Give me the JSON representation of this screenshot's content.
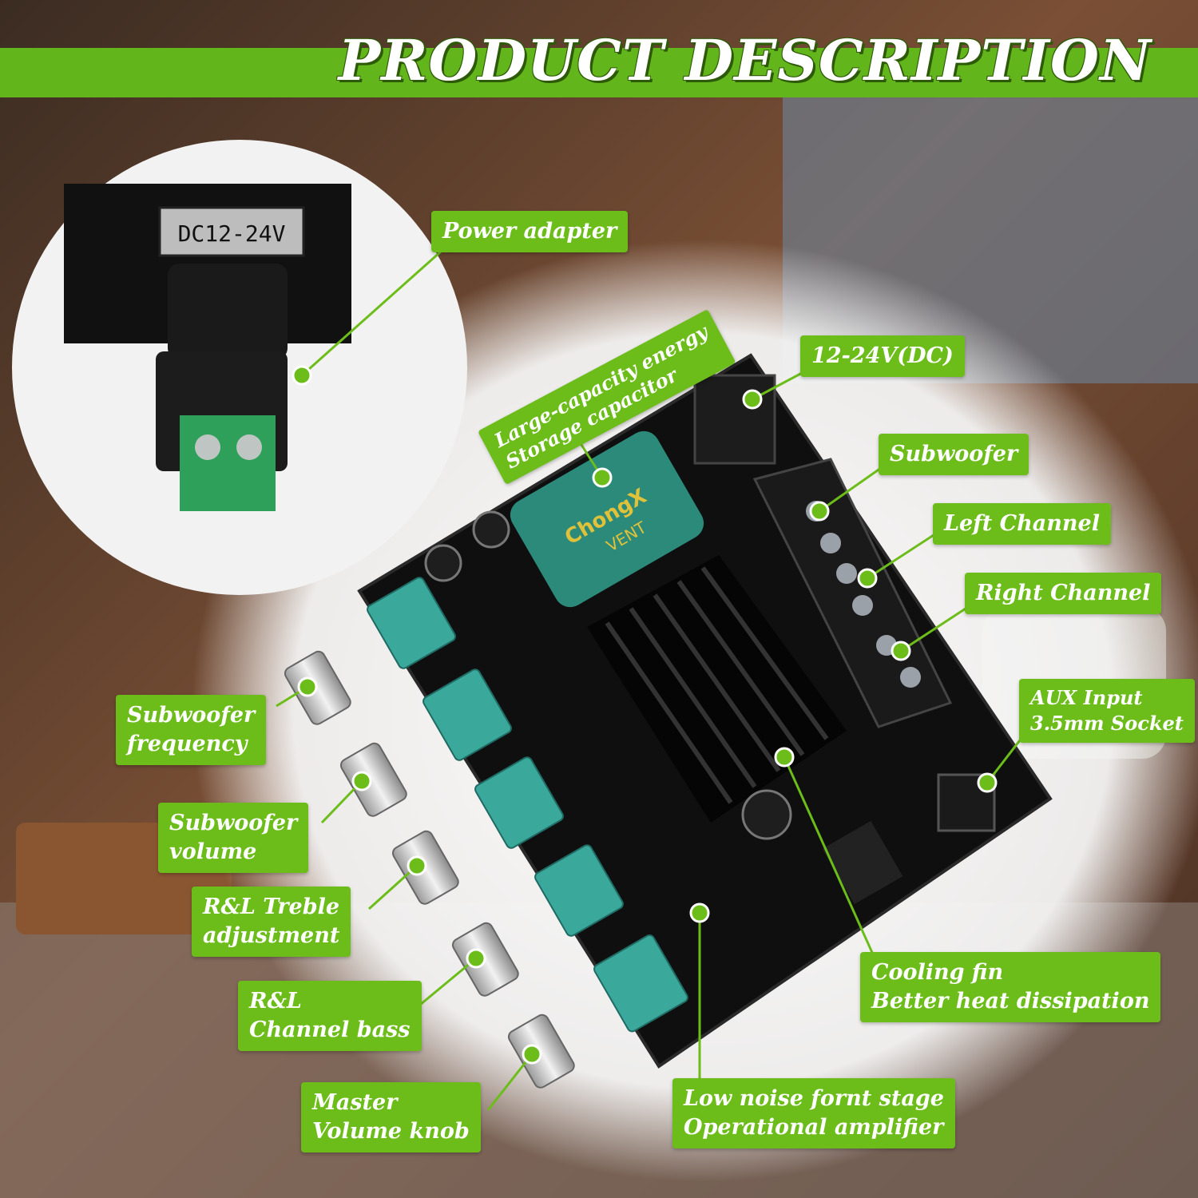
{
  "banner": {
    "title": "PRODUCT DESCRIPTION"
  },
  "adapter_plate": {
    "text": "DC12-24V"
  },
  "capacitor_brand": {
    "brand": "ChongX",
    "sub": "VENT"
  },
  "labels": {
    "power_adapter": "Power adapter",
    "capacitor_line1": "Large-capacity energy",
    "capacitor_line2": "Storage capacitor",
    "dc_input": "12-24V(DC)",
    "subwoofer": "Subwoofer",
    "left_channel": "Left Channel",
    "right_channel": "Right Channel",
    "aux_line1": "AUX Input",
    "aux_line2": "3.5mm Socket",
    "sub_freq_line1": "Subwoofer",
    "sub_freq_line2": "frequency",
    "sub_vol_line1": "Subwoofer",
    "sub_vol_line2": "volume",
    "treble_line1": "R&L Treble",
    "treble_line2": "adjustment",
    "bass_line1": "R&L",
    "bass_line2": "Channel bass",
    "master_line1": "Master",
    "master_line2": "Volume knob",
    "fin_line1": "Cooling fin",
    "fin_line2": "Better heat dissipation",
    "opamp_line1": "Low noise fornt stage",
    "opamp_line2": "Operational amplifier"
  },
  "colors": {
    "accent": "#6cbd1a",
    "pcb": "#111111"
  }
}
